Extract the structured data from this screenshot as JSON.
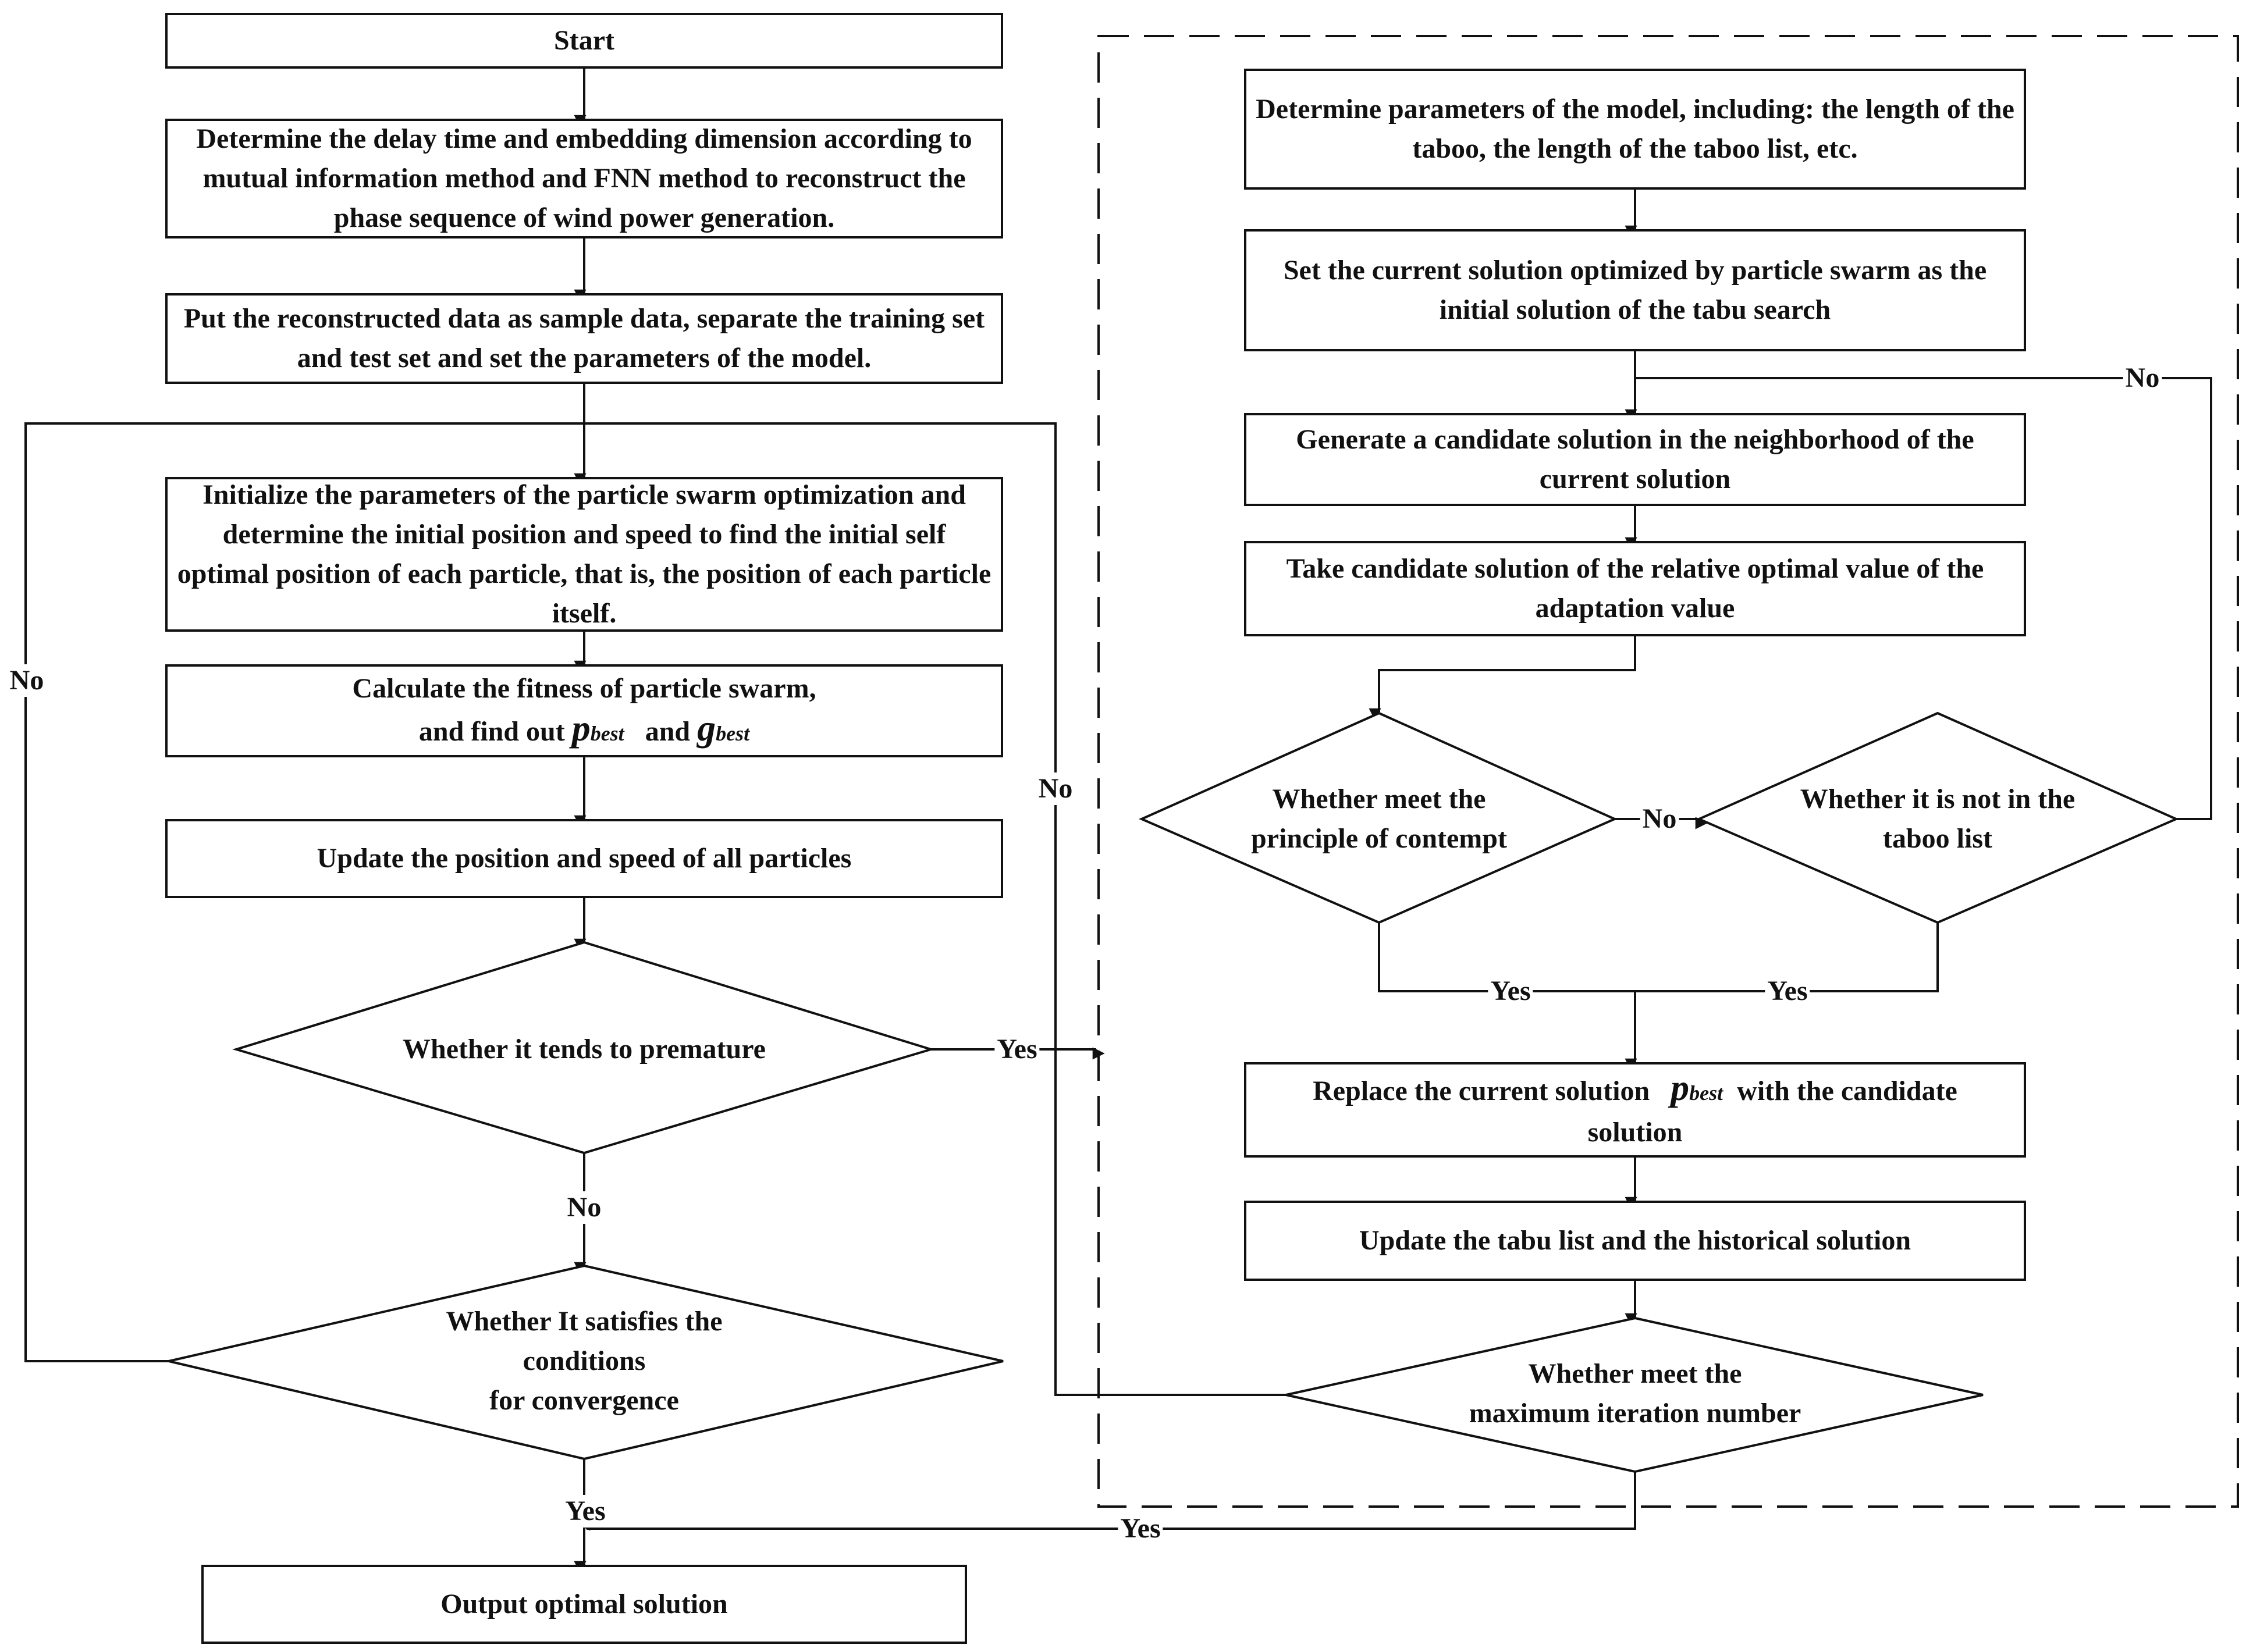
{
  "left": {
    "start": "Start",
    "step1": "Determine the delay time and embedding dimension according to mutual information method and FNN method to reconstruct the phase sequence of wind power generation.",
    "step2": "Put the reconstructed data as sample data, separate the training set and test set and set the parameters of the model.",
    "step3": "Initialize the parameters of the particle swarm optimization and determine the initial position and speed to find the initial self optimal position of each particle, that is, the position of each particle itself.",
    "step4_line1": "Calculate the fitness of particle swarm,",
    "step4_line2_prefix": "and find out",
    "step4_and": "and",
    "p_sym": "p",
    "p_sub": "best",
    "g_sym": "g",
    "g_sub": "best",
    "step5": "Update the position and speed of all particles",
    "decision_premature": "Whether it tends to premature",
    "decision_convergence_l1": "Whether It satisfies the",
    "decision_convergence_l2": "conditions",
    "decision_convergence_l3": "for convergence",
    "output": "Output optimal solution"
  },
  "right": {
    "r1": "Determine parameters of the model, including: the length of the taboo, the length of the taboo list, etc.",
    "r2": "Set the current solution optimized by particle swarm as the initial solution of the tabu search",
    "r3": "Generate a candidate solution in the neighborhood of the current solution",
    "r4": "Take candidate solution of the relative optimal value of the adaptation value",
    "d_contempt_l1": "Whether meet the",
    "d_contempt_l2": "principle of contempt",
    "d_taboo_l1": "Whether it is not in the",
    "d_taboo_l2": "taboo list",
    "r5_prefix": "Replace the current solution",
    "r5_suffix": "with the candidate",
    "r5_line2": "solution",
    "p_sym": "p",
    "p_sub": "best",
    "r6": "Update the tabu list and the historical solution",
    "d_iter_l1": "Whether meet the",
    "d_iter_l2": "maximum iteration number"
  },
  "labels": {
    "no": "No",
    "yes": "Yes"
  }
}
